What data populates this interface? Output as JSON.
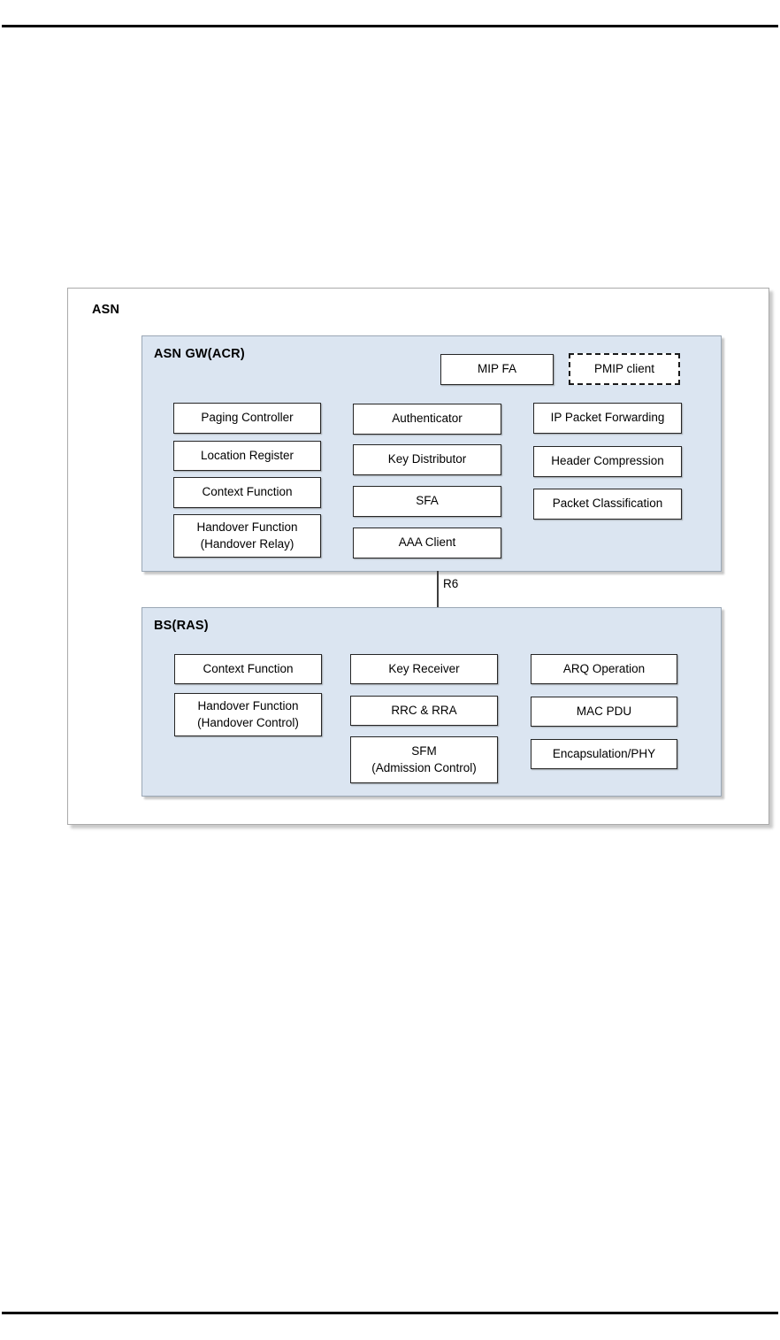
{
  "diagram": {
    "asn_label": "ASN",
    "connector": {
      "label": "R6"
    },
    "asn_gw": {
      "label": "ASN GW(ACR)",
      "mip_fa": {
        "label": "MIP FA"
      },
      "pmip_client": {
        "label": "PMIP client"
      },
      "col1": [
        {
          "label": "Paging Controller"
        },
        {
          "label": "Location Register"
        },
        {
          "label": "Context Function"
        },
        {
          "label": "Handover Function",
          "label2": "(Handover Relay)"
        }
      ],
      "col2": [
        {
          "label": "Authenticator"
        },
        {
          "label": "Key Distributor"
        },
        {
          "label": "SFA"
        },
        {
          "label": "AAA Client"
        }
      ],
      "col3": [
        {
          "label": "IP Packet Forwarding"
        },
        {
          "label": "Header Compression"
        },
        {
          "label": "Packet Classification"
        }
      ]
    },
    "bs": {
      "label": "BS(RAS)",
      "col1": [
        {
          "label": "Context Function"
        },
        {
          "label": "Handover Function",
          "label2": "(Handover Control)"
        }
      ],
      "col2": [
        {
          "label": "Key Receiver"
        },
        {
          "label": "RRC & RRA"
        },
        {
          "label": "SFM",
          "label2": "(Admission Control)"
        }
      ],
      "col3": [
        {
          "label": "ARQ Operation"
        },
        {
          "label": "MAC PDU"
        },
        {
          "label": "Encapsulation/PHY"
        }
      ]
    },
    "colors": {
      "panel_fill": "#dbe5f1",
      "panel_border": "#9aa7b5",
      "box_border": "#262626",
      "outer_border": "#aaaaaa",
      "rule": "#000000"
    }
  }
}
